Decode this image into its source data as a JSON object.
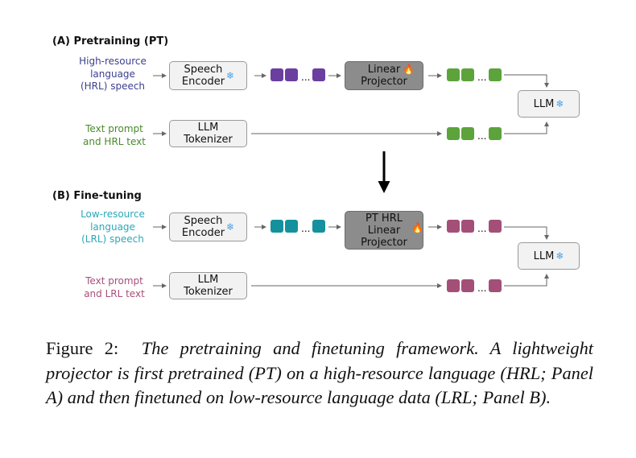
{
  "panel_a": {
    "title": "(A)   Pretraining (PT)",
    "speech_source": [
      "High-resource",
      "language",
      "(HRL) speech"
    ],
    "text_source": [
      "Text prompt",
      "and HRL text"
    ],
    "speech_encoder": [
      "Speech",
      "Encoder"
    ],
    "projector": [
      "Linear",
      "Projector"
    ],
    "tokenizer": [
      "LLM",
      "Tokenizer"
    ],
    "llm": "LLM",
    "colors": {
      "source": "#3b3f8f",
      "text_source": "#4a8a2c",
      "speech_tokens": "#6b3fa0",
      "out_tokens": "#5ca33c"
    }
  },
  "panel_b": {
    "title": "(B)   Fine-tuning",
    "speech_source": [
      "Low-resource",
      "language",
      "(LRL) speech"
    ],
    "text_source": [
      "Text prompt",
      "and LRL text"
    ],
    "speech_encoder": [
      "Speech",
      "Encoder"
    ],
    "projector": [
      "PT HRL",
      "Linear",
      "Projector"
    ],
    "tokenizer": [
      "LLM",
      "Tokenizer"
    ],
    "llm": "LLM",
    "colors": {
      "source": "#2aa8b8",
      "text_source": "#a8507a",
      "speech_tokens": "#14919c",
      "out_tokens": "#a34f78"
    }
  },
  "icons": {
    "frozen": "snowflake-icon",
    "trainable": "fire-icon"
  },
  "dots": "...",
  "caption": {
    "label": "Figure 2:",
    "text": "The pretraining and finetuning framework.  A lightweight projector is first pretrained (PT) on a high-resource language (HRL; Panel A) and then finetuned on low-resource language data (LRL; Panel B)."
  }
}
